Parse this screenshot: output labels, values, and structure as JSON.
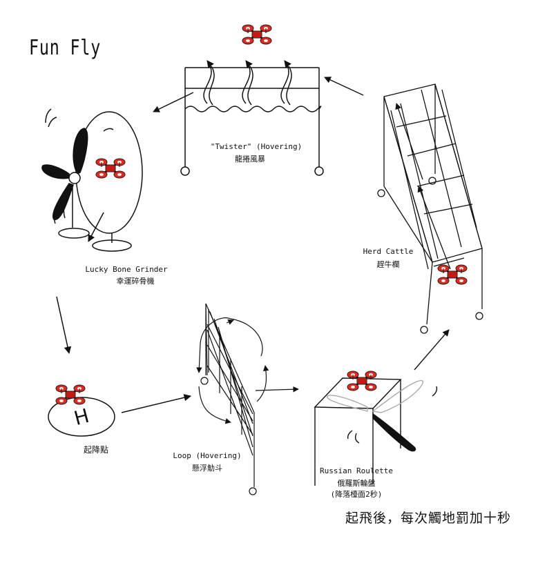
{
  "title": "Fun Fly",
  "stations": {
    "twister": {
      "en": "\"Twister\" (Hovering)",
      "zh": "龍捲風暴"
    },
    "grinder": {
      "en": "Lucky Bone Grinder",
      "zh": "幸運碎骨機"
    },
    "start": {
      "zh": "起降點",
      "pad_letter": "H"
    },
    "loop": {
      "en": "Loop (Hovering)",
      "zh": "懸浮觔斗"
    },
    "roulette": {
      "en": "Russian Roulette",
      "zh": "俄羅斯輪盤",
      "note": "(降落檯面2秒)"
    },
    "cattle": {
      "en": "Herd Cattle",
      "zh": "趕牛欄"
    }
  },
  "rule_text": "起飛後，每次觸地罰加十秒",
  "colors": {
    "drone": "#e8261c",
    "ink": "#111111"
  }
}
